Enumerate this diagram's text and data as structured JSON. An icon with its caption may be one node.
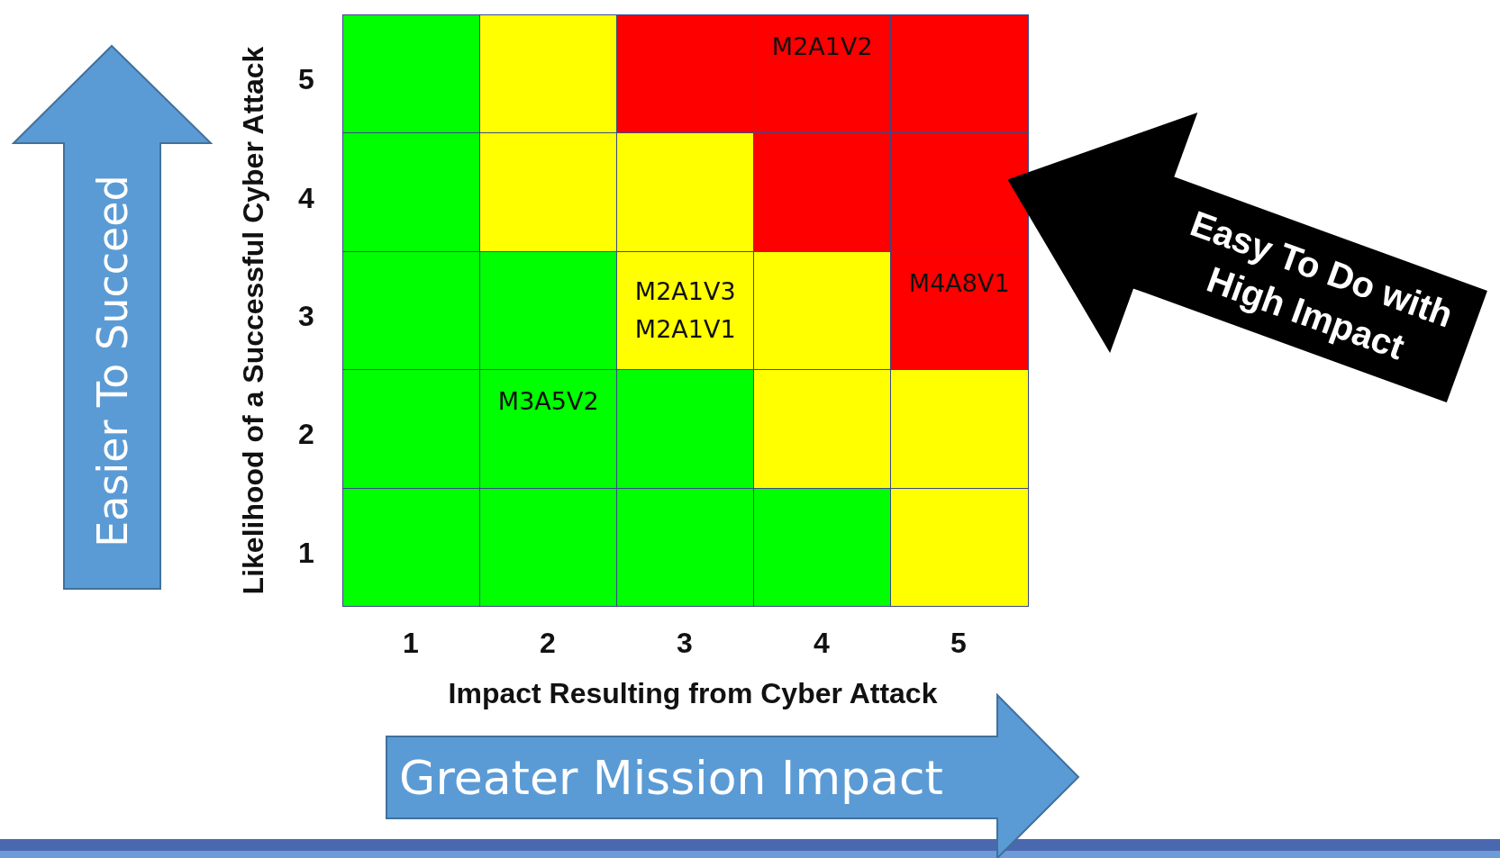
{
  "diagram": {
    "nodes": [
      {
        "text": [
          "Easier To Succeed"
        ]
      },
      {
        "text": [
          "Easy To Do with High Impact"
        ]
      },
      {
        "text": [
          "Greater Mission Impact"
        ]
      }
    ],
    "labels": [
      "Likelihood of a Successful Cyber Attack",
      "5",
      "M2A1V2",
      "4",
      "M2A1V3",
      "M2A1V1",
      "M4A8V1",
      "3",
      "M3A5V2",
      "2",
      "1",
      "1",
      "2",
      "3",
      "4",
      "5",
      "Impact Resulting from Cyber Attack"
    ]
  }
}
